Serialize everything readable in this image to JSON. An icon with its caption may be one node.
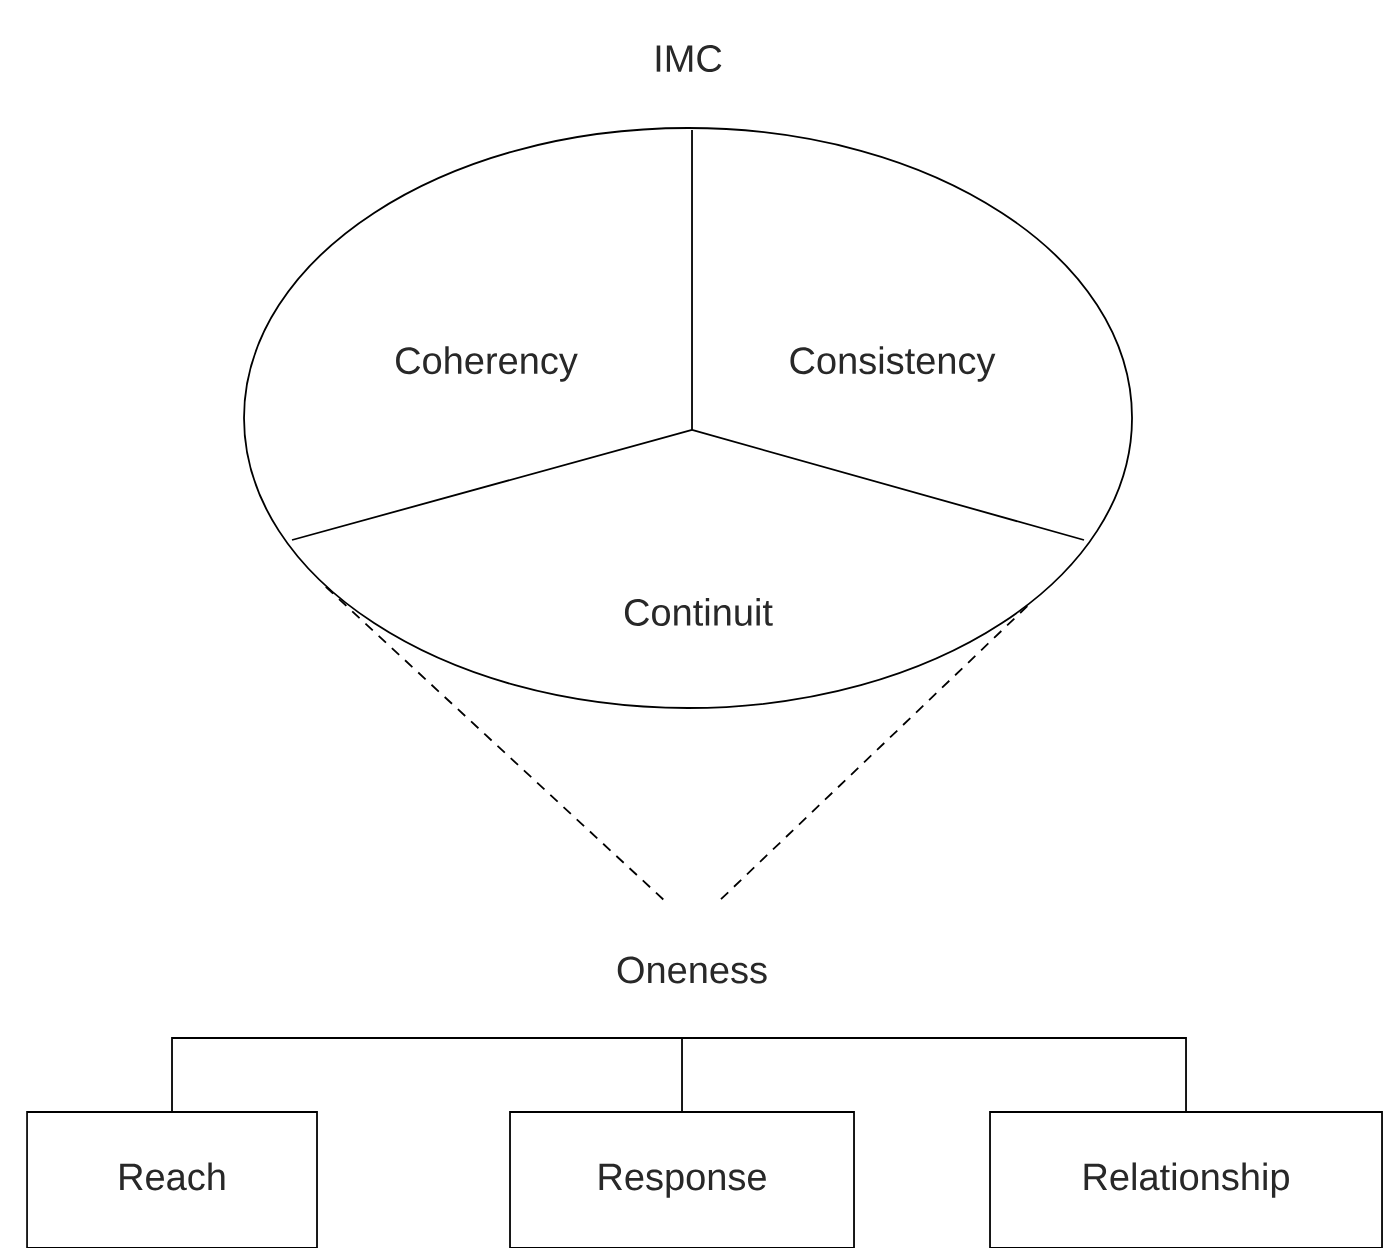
{
  "diagram": {
    "nodes": [
      {
        "text": [
          "IMC"
        ]
      },
      {
        "text": [
          "Coherency"
        ],
        "in": 0
      },
      {
        "text": [
          "Consistency"
        ],
        "in": 0
      },
      {
        "text": [
          "Continuit"
        ],
        "in": 0
      },
      {
        "text": [
          "Oneness"
        ]
      },
      {
        "text": [
          "Reach"
        ]
      },
      {
        "text": [
          "Response"
        ]
      },
      {
        "text": [
          "Relationship"
        ]
      }
    ],
    "edges": [
      {
        "from": 0,
        "to": 4,
        "arrow": "none",
        "style": "dashed"
      },
      {
        "from": 0,
        "to": 4,
        "arrow": "none",
        "style": "dashed"
      },
      {
        "from": 4,
        "to": 5,
        "arrow": "none"
      },
      {
        "from": 4,
        "to": 6,
        "arrow": "none"
      },
      {
        "from": 4,
        "to": 7,
        "arrow": "none"
      }
    ]
  }
}
